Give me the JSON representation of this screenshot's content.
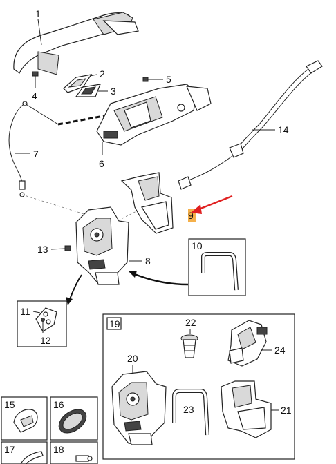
{
  "callouts": {
    "c1": "1",
    "c2": "2",
    "c3": "3",
    "c4": "4",
    "c5": "5",
    "c6": "6",
    "c7": "7",
    "c8": "8",
    "c9": "9",
    "c10": "10",
    "c11": "11",
    "c12": "12",
    "c13": "13",
    "c14": "14",
    "c15": "15",
    "c16": "16",
    "c17": "17",
    "c18": "18",
    "c19": "19",
    "c20": "20",
    "c21": "21",
    "c22": "22",
    "c23": "23",
    "c24": "24"
  },
  "colors": {
    "highlight": "#f5b04a",
    "pointer_arrow": "#e02020",
    "line": "#222222"
  }
}
